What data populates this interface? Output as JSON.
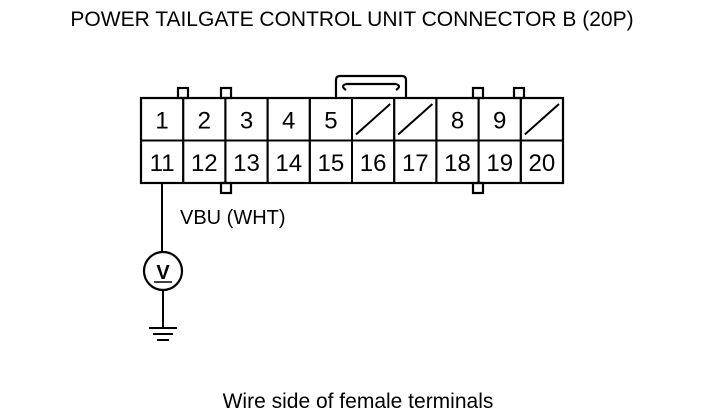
{
  "title": "POWER TAILGATE CONTROL UNIT CONNECTOR B (20P)",
  "connector": {
    "row_top": [
      {
        "label": "1",
        "blank": false
      },
      {
        "label": "2",
        "blank": false
      },
      {
        "label": "3",
        "blank": false
      },
      {
        "label": "4",
        "blank": false
      },
      {
        "label": "5",
        "blank": false
      },
      {
        "label": "",
        "blank": true
      },
      {
        "label": "",
        "blank": true
      },
      {
        "label": "8",
        "blank": false
      },
      {
        "label": "9",
        "blank": false
      },
      {
        "label": "",
        "blank": true
      }
    ],
    "row_bottom": [
      {
        "label": "11",
        "blank": false
      },
      {
        "label": "12",
        "blank": false
      },
      {
        "label": "13",
        "blank": false
      },
      {
        "label": "14",
        "blank": false
      },
      {
        "label": "15",
        "blank": false
      },
      {
        "label": "16",
        "blank": false
      },
      {
        "label": "17",
        "blank": false
      },
      {
        "label": "18",
        "blank": false
      },
      {
        "label": "19",
        "blank": false
      },
      {
        "label": "20",
        "blank": false
      }
    ]
  },
  "wire_label": "VBU (WHT)",
  "meter": {
    "symbol": "V",
    "icon": "voltmeter-icon"
  },
  "ground": {
    "icon": "ground-icon"
  },
  "caption": "Wire side of female terminals"
}
